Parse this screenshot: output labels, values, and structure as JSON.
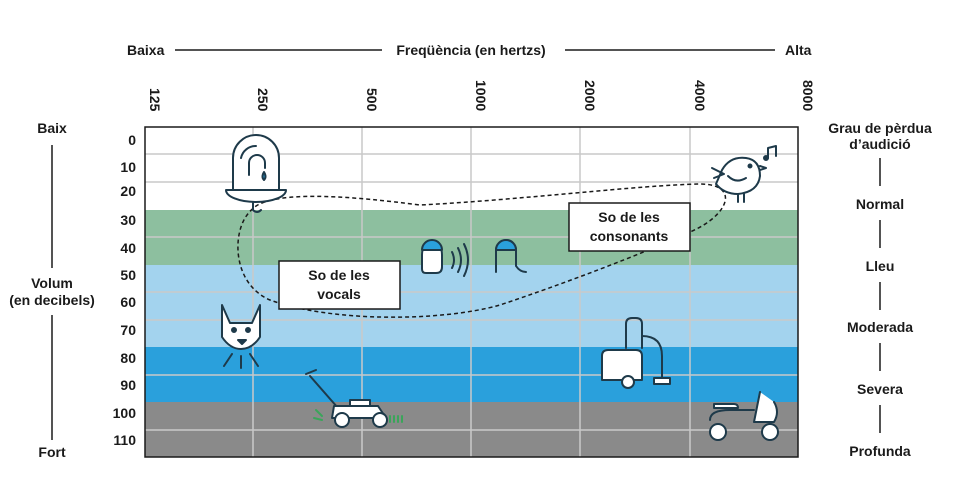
{
  "axis": {
    "low_label": "Baixa",
    "title": "Freqüència (en hertzs)",
    "high_label": "Alta",
    "frequencies": [
      "125",
      "250",
      "500",
      "1000",
      "2000",
      "4000",
      "8000"
    ]
  },
  "volume": {
    "low_label": "Baix",
    "title_line1": "Volum",
    "title_line2": "(en decibels)",
    "high_label": "Fort",
    "levels": [
      "0",
      "10",
      "20",
      "30",
      "40",
      "50",
      "60",
      "70",
      "80",
      "90",
      "100",
      "110"
    ]
  },
  "hearing_loss": {
    "title_line1": "Grau de pèrdua",
    "title_line2": "d’audició",
    "degrees": [
      "Normal",
      "Lleu",
      "Moderada",
      "Severa",
      "Profunda"
    ]
  },
  "zones": {
    "vowels_line1": "So de les",
    "vowels_line2": "vocals",
    "consonants_line1": "So de les",
    "consonants_line2": "consonants"
  },
  "colors": {
    "normal": "#ffffff",
    "mild": "#8dbf9f",
    "moderate": "#a3d3ee",
    "severe": "#2aa0dc",
    "profound": "#8a8a8a",
    "icon_stroke": "#1e3a4a",
    "accent_blue": "#2aa0dc"
  },
  "icons": [
    "faucet-icon",
    "bird-icon",
    "speaking-heads-icon",
    "dog-icon",
    "vacuum-cleaner-icon",
    "lawn-mower-icon",
    "scooter-icon"
  ]
}
